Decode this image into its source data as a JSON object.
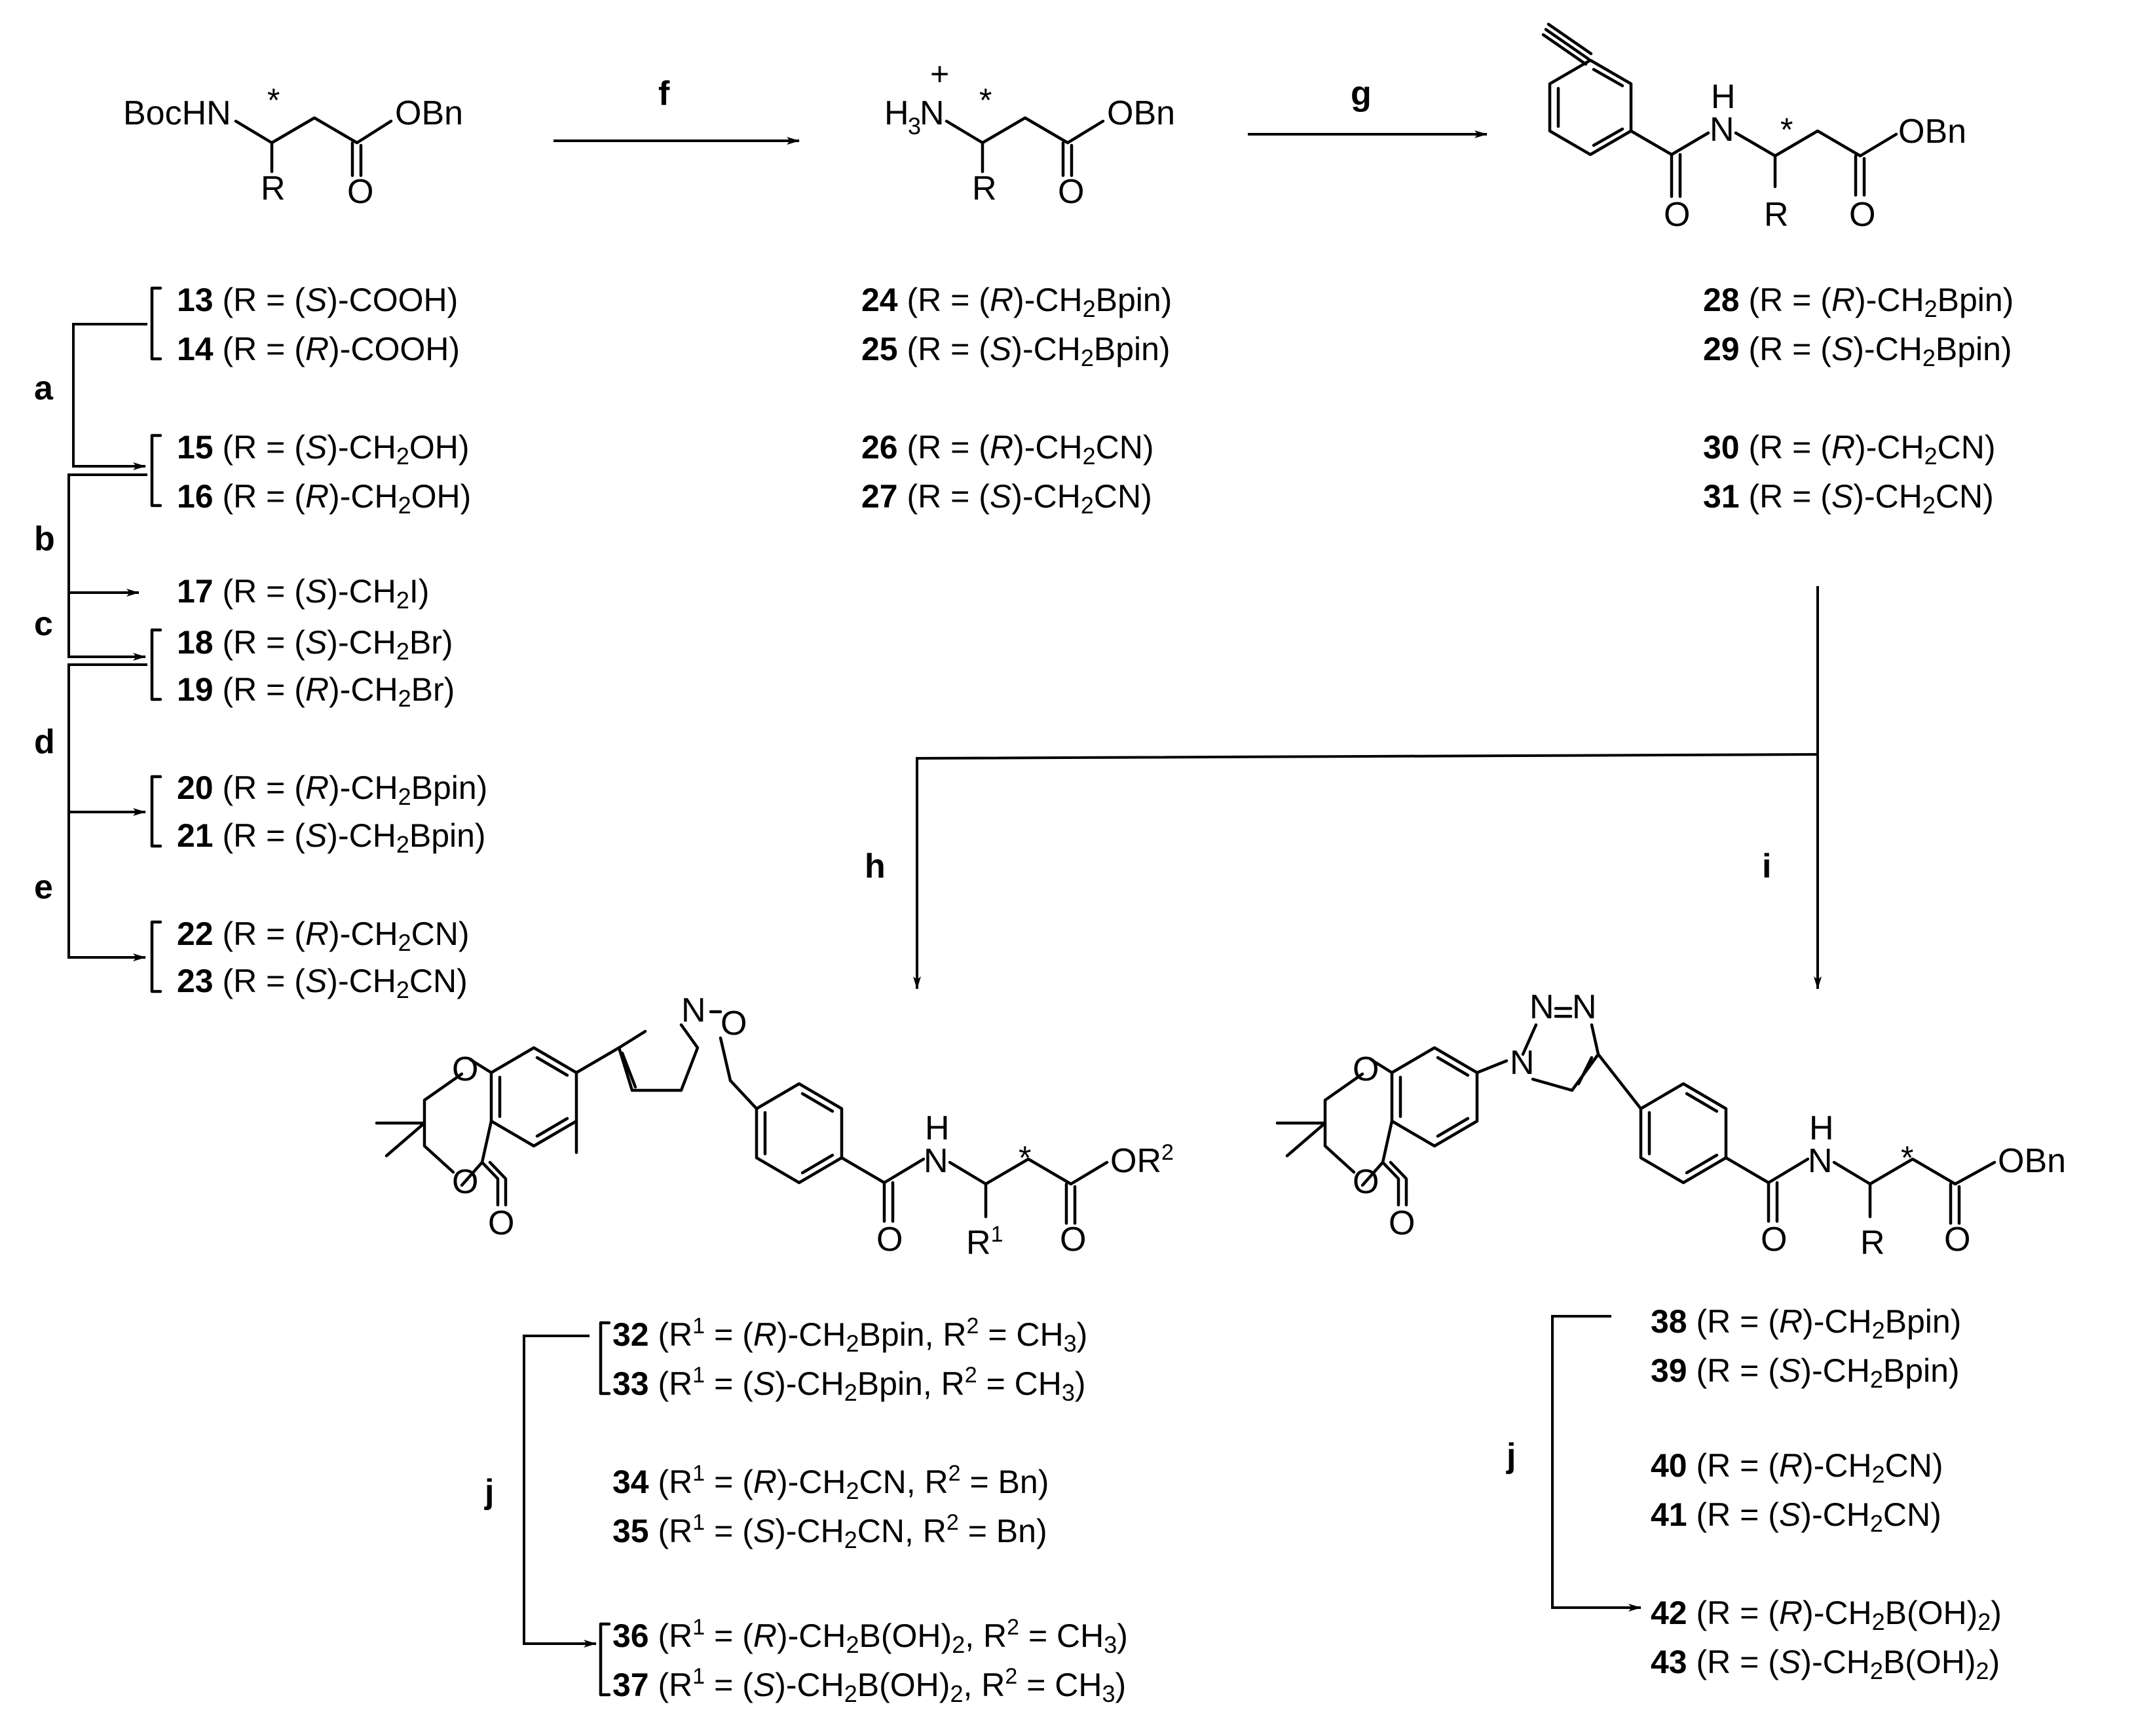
{
  "reagent_steps": {
    "a": "a",
    "b": "b",
    "c": "c",
    "d": "d",
    "e": "e",
    "f": "f",
    "g": "g",
    "h": "h",
    "i": "i",
    "j": "j"
  },
  "atoms": {
    "bochn": "BocHN",
    "star": "*",
    "r": "R",
    "o": "O",
    "obn": "OBn",
    "nh_n": "N",
    "nh_h": "H",
    "n": "N",
    "plus": "+",
    "h3n": "H",
    "h3n_sub": "3",
    "h3n_n": "N",
    "r1": "R",
    "r1_sup": "1",
    "or2": "OR",
    "or2_sup": "2"
  },
  "compounds": {
    "left": [
      {
        "num": "13",
        "pre": "(R = (",
        "stereo": "S",
        "post": ")-COOH)"
      },
      {
        "num": "14",
        "pre": "(R = (",
        "stereo": "R",
        "post": ")-COOH)"
      },
      {
        "num": "15",
        "pre": "(R = (",
        "stereo": "S",
        "post": ")-CH",
        "sub": "2",
        "post2": "OH)"
      },
      {
        "num": "16",
        "pre": "(R = (",
        "stereo": "R",
        "post": ")-CH",
        "sub": "2",
        "post2": "OH)"
      },
      {
        "num": "17",
        "pre": "(R = (",
        "stereo": "S",
        "post": ")-CH",
        "sub": "2",
        "post2": "I)"
      },
      {
        "num": "18",
        "pre": "(R = (",
        "stereo": "S",
        "post": ")-CH",
        "sub": "2",
        "post2": "Br)"
      },
      {
        "num": "19",
        "pre": "(R = (",
        "stereo": "R",
        "post": ")-CH",
        "sub": "2",
        "post2": "Br)"
      },
      {
        "num": "20",
        "pre": "(R = (",
        "stereo": "R",
        "post": ")-CH",
        "sub": "2",
        "post2": "Bpin)"
      },
      {
        "num": "21",
        "pre": "(R = (",
        "stereo": "S",
        "post": ")-CH",
        "sub": "2",
        "post2": "Bpin)"
      },
      {
        "num": "22",
        "pre": "(R = (",
        "stereo": "R",
        "post": ")-CH",
        "sub": "2",
        "post2": "CN)"
      },
      {
        "num": "23",
        "pre": "(R = (",
        "stereo": "S",
        "post": ")-CH",
        "sub": "2",
        "post2": "CN)"
      }
    ],
    "middle": [
      {
        "num": "24",
        "pre": "(R = (",
        "stereo": "R",
        "post": ")-CH",
        "sub": "2",
        "post2": "Bpin)"
      },
      {
        "num": "25",
        "pre": "(R = (",
        "stereo": "S",
        "post": ")-CH",
        "sub": "2",
        "post2": "Bpin)"
      },
      {
        "num": "26",
        "pre": "(R = (",
        "stereo": "R",
        "post": ")-CH",
        "sub": "2",
        "post2": "CN)"
      },
      {
        "num": "27",
        "pre": "(R = (",
        "stereo": "S",
        "post": ")-CH",
        "sub": "2",
        "post2": "CN)"
      }
    ],
    "right": [
      {
        "num": "28",
        "pre": "(R = (",
        "stereo": "R",
        "post": ")-CH",
        "sub": "2",
        "post2": "Bpin)"
      },
      {
        "num": "29",
        "pre": "(R = (",
        "stereo": "S",
        "post": ")-CH",
        "sub": "2",
        "post2": "Bpin)"
      },
      {
        "num": "30",
        "pre": "(R = (",
        "stereo": "R",
        "post": ")-CH",
        "sub": "2",
        "post2": "CN)"
      },
      {
        "num": "31",
        "pre": "(R = (",
        "stereo": "S",
        "post": ")-CH",
        "sub": "2",
        "post2": "CN)"
      }
    ],
    "bottom_left": [
      {
        "num": "32",
        "pre": "(R",
        "sup1": "1",
        "mid": " = (",
        "stereo": "R",
        "post": ")-CH",
        "sub": "2",
        "post2": "Bpin, R",
        "sup2": "2",
        "post3": " = CH",
        "sub3": "3",
        "post4": ")"
      },
      {
        "num": "33",
        "pre": "(R",
        "sup1": "1",
        "mid": " = (",
        "stereo": "S",
        "post": ")-CH",
        "sub": "2",
        "post2": "Bpin, R",
        "sup2": "2",
        "post3": " = CH",
        "sub3": "3",
        "post4": ")"
      },
      {
        "num": "34",
        "pre": "(R",
        "sup1": "1",
        "mid": " = (",
        "stereo": "R",
        "post": ")-CH",
        "sub": "2",
        "post2": "CN, R",
        "sup2": "2",
        "post3": " = Bn)",
        "sub3": "",
        "post4": ""
      },
      {
        "num": "35",
        "pre": "(R",
        "sup1": "1",
        "mid": " = (",
        "stereo": "S",
        "post": ")-CH",
        "sub": "2",
        "post2": "CN, R",
        "sup2": "2",
        "post3": " = Bn)",
        "sub3": "",
        "post4": ""
      },
      {
        "num": "36",
        "pre": "(R",
        "sup1": "1",
        "mid": " = (",
        "stereo": "R",
        "post": ")-CH",
        "sub": "2",
        "post2": "B(OH)",
        "sub2b": "2",
        "post2b": ", R",
        "sup2": "2",
        "post3": " = CH",
        "sub3": "3",
        "post4": ")"
      },
      {
        "num": "37",
        "pre": "(R",
        "sup1": "1",
        "mid": " = (",
        "stereo": "S",
        "post": ")-CH",
        "sub": "2",
        "post2": "B(OH)",
        "sub2b": "2",
        "post2b": ", R",
        "sup2": "2",
        "post3": " = CH",
        "sub3": "3",
        "post4": ")"
      }
    ],
    "bottom_right": [
      {
        "num": "38",
        "pre": "(R = (",
        "stereo": "R",
        "post": ")-CH",
        "sub": "2",
        "post2": "Bpin)"
      },
      {
        "num": "39",
        "pre": "(R = (",
        "stereo": "S",
        "post": ")-CH",
        "sub": "2",
        "post2": "Bpin)"
      },
      {
        "num": "40",
        "pre": "(R = (",
        "stereo": "R",
        "post": ")-CH",
        "sub": "2",
        "post2": "CN)"
      },
      {
        "num": "41",
        "pre": "(R = (",
        "stereo": "S",
        "post": ")-CH",
        "sub": "2",
        "post2": "CN)"
      },
      {
        "num": "42",
        "pre": "(R = (",
        "stereo": "R",
        "post": ")-CH",
        "sub": "2",
        "post2": "B(OH)",
        "sub2b": "2",
        "post2b": ")"
      },
      {
        "num": "43",
        "pre": "(R = (",
        "stereo": "S",
        "post": ")-CH",
        "sub": "2",
        "post2": "B(OH)",
        "sub2b": "2",
        "post2b": ")"
      }
    ]
  }
}
